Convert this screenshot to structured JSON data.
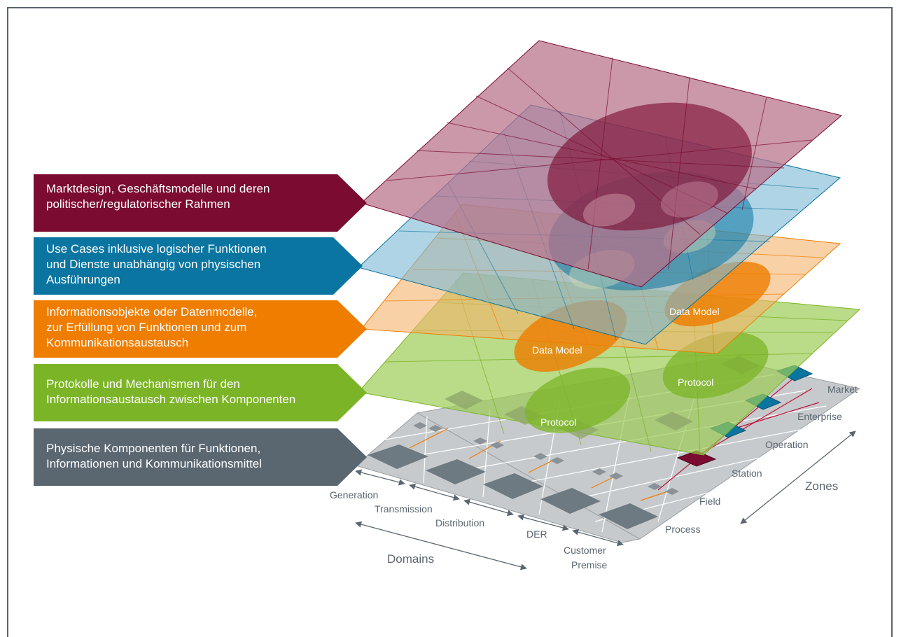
{
  "layers": [
    {
      "id": "business",
      "color": "#7b0b30",
      "lines": [
        "Marktdesign, Geschäftsmodelle und deren",
        "politischer/regulatorischer Rahmen"
      ]
    },
    {
      "id": "function",
      "color": "#0a75a0",
      "lines": [
        "Use Cases inklusive logischer Funktionen",
        "und Dienste unabhängig von physischen",
        "Ausführungen"
      ]
    },
    {
      "id": "information",
      "color": "#ee7d00",
      "lines": [
        "Informationsobjekte oder Datenmodelle,",
        "zur Erfüllung von Funktionen und zum",
        "Kommunikationsaustausch"
      ]
    },
    {
      "id": "communication",
      "color": "#7cb427",
      "lines": [
        "Protokolle und Mechanismen für den",
        "Informationsaustausch zwischen Komponenten"
      ]
    },
    {
      "id": "component",
      "color": "#5a6670",
      "lines": [
        "Physische Komponenten für Funktionen,",
        "Informationen und Kommunikationsmittel"
      ]
    }
  ],
  "ellipse_labels": {
    "data_model_right": "Data Model",
    "data_model_left": "Data Model",
    "protocol_right": "Protocol",
    "protocol_left": "Protocol"
  },
  "domains": {
    "title": "Domains",
    "items": [
      "Generation",
      "Transmission",
      "Distribution",
      "DER",
      "Customer",
      "Premise"
    ]
  },
  "zones": {
    "title": "Zones",
    "items": [
      "Market",
      "Enterprise",
      "Operation",
      "Station",
      "Field",
      "Process"
    ]
  }
}
